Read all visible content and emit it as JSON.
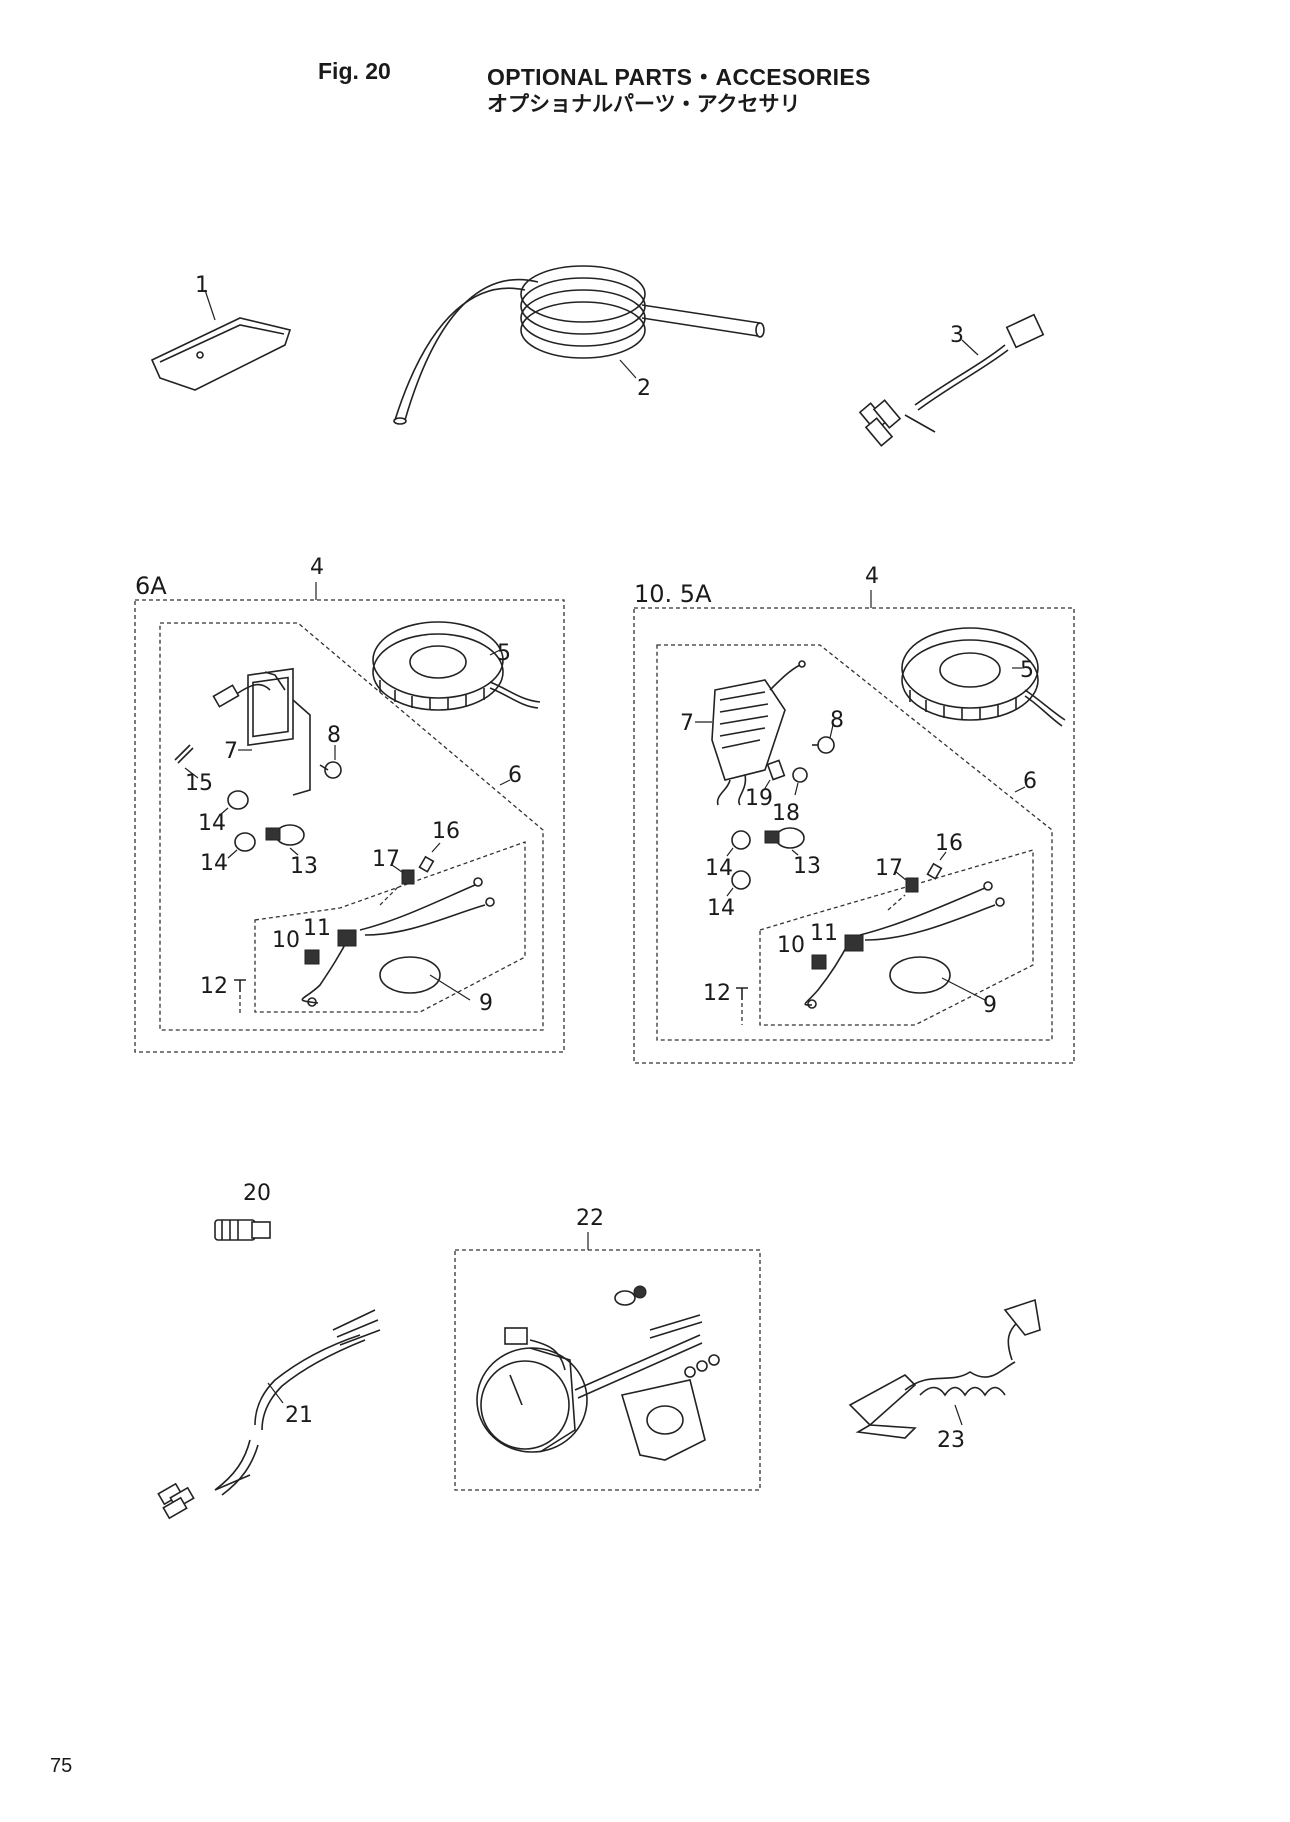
{
  "header": {
    "figure": "Fig. 20",
    "title_en": "OPTIONAL PARTS・ACCESORIES",
    "title_jp": "オプショナルパーツ・アクセサリ"
  },
  "page_number": "75",
  "groups": {
    "left_kit_rating": "6A",
    "right_kit_rating": "10. 5A",
    "kit_label": "4",
    "kit_sub_label": "6",
    "harness_label": "9",
    "meter_kit_label": "22"
  },
  "callouts": [
    "1",
    "2",
    "3",
    "5",
    "7",
    "8",
    "15",
    "14",
    "14",
    "13",
    "16",
    "17",
    "10",
    "11",
    "12",
    "5",
    "7",
    "8",
    "19",
    "18",
    "14",
    "13",
    "16",
    "17",
    "14",
    "10",
    "11",
    "12",
    "20",
    "21",
    "23"
  ]
}
